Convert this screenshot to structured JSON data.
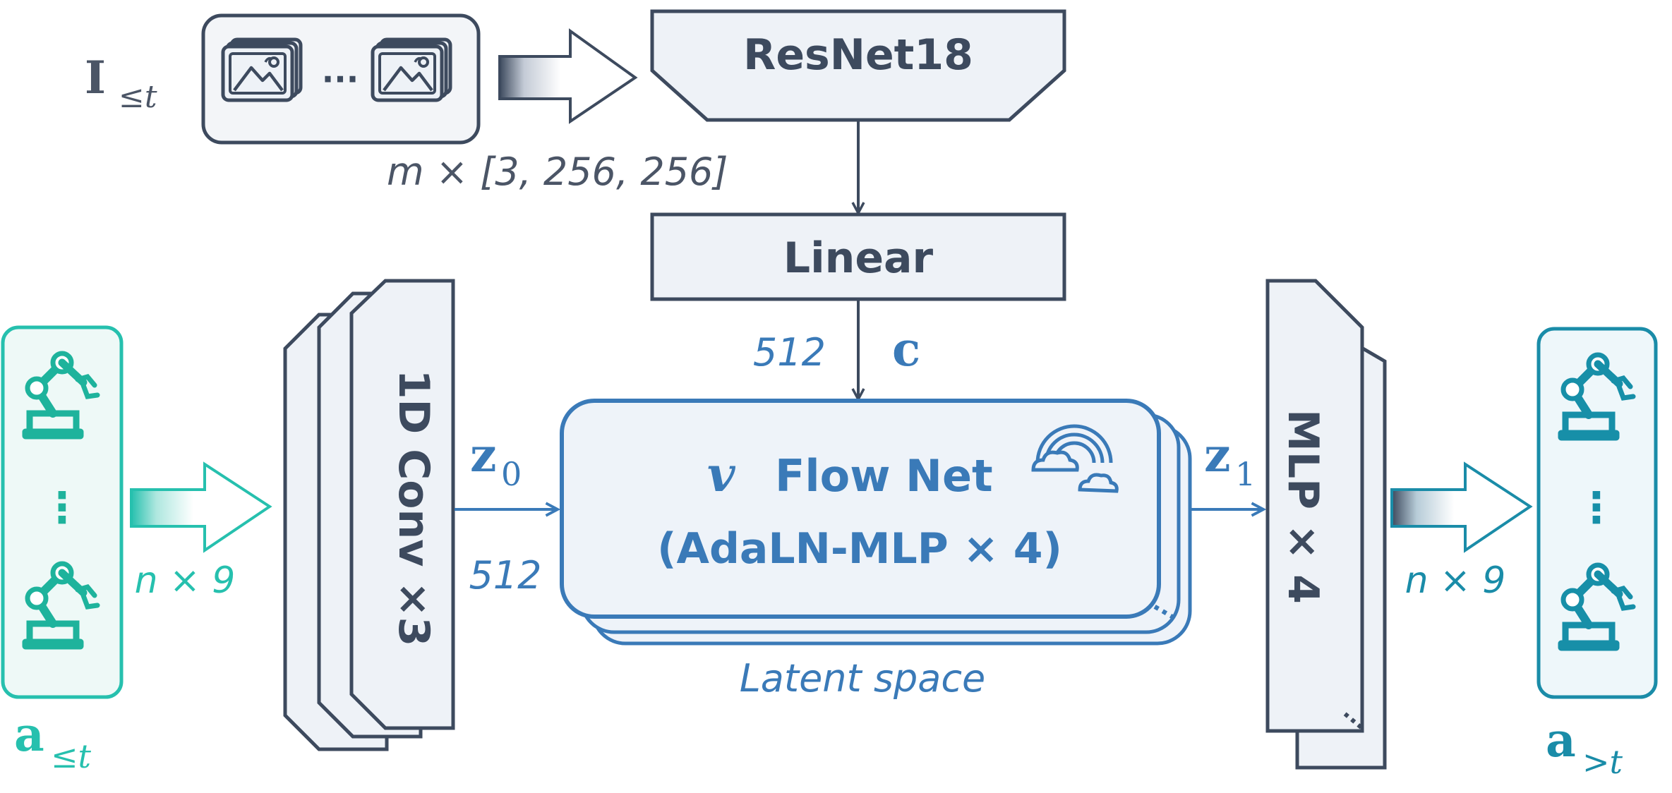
{
  "colors": {
    "slate": "#3d4a5e",
    "slate_fill": "#eef2f7",
    "blue": "#3a7ab8",
    "blue_fill": "#eef3f9",
    "teal_in": "#26c0ae",
    "teal_in_icon": "#1eb39c",
    "teal_out": "#1a8ca8",
    "teal_out_icon": "#178fa8"
  },
  "input_images": {
    "symbol": "I",
    "subscript": "≤t",
    "dims": "m × [3, 256, 256]",
    "ellipsis": "···"
  },
  "resnet": {
    "label": "ResNet18"
  },
  "linear": {
    "label": "Linear"
  },
  "cond": {
    "dim": "512",
    "symbol": "c"
  },
  "conv": {
    "label": "1D Conv ×3"
  },
  "z0": {
    "symbol": "z",
    "sub": "0",
    "dim": "512"
  },
  "flow_net": {
    "v_symbol": "v",
    "line1": "Flow Net",
    "line2": "(AdaLN-MLP × 4)",
    "caption": "Latent space",
    "ellipsis": "···"
  },
  "z1": {
    "symbol": "z",
    "sub": "1"
  },
  "mlp": {
    "label": "MLP × 4",
    "ellipsis": "···"
  },
  "action_in": {
    "symbol": "a",
    "subscript": "≤t",
    "dims": "n × 9",
    "ellipsis": "⋮"
  },
  "action_out": {
    "symbol": "a",
    "subscript": ">t",
    "dims": "n × 9",
    "ellipsis": "⋮"
  }
}
